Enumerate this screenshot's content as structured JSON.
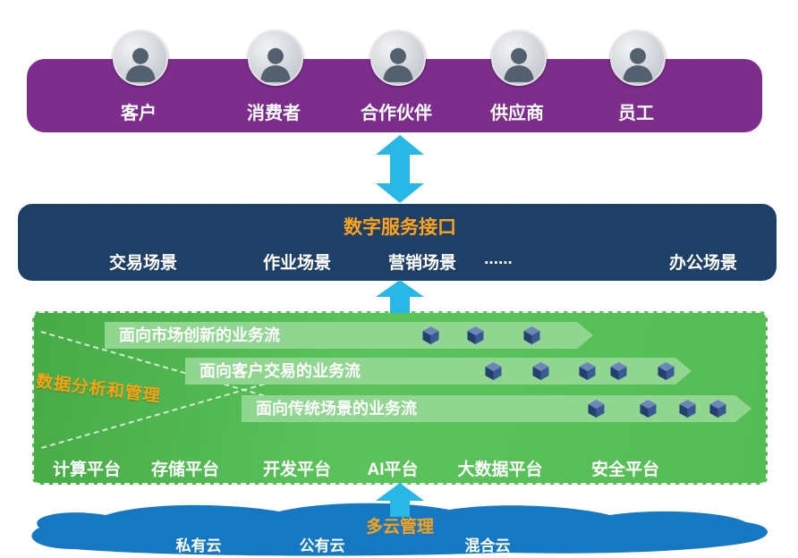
{
  "audience": {
    "items": [
      "客户",
      "消费者",
      "合作伙伴",
      "供应商",
      "员工"
    ]
  },
  "service": {
    "title": "数字服务接口",
    "scenes": [
      "交易场景",
      "作业场景",
      "营销场景",
      "......",
      "办公场景"
    ]
  },
  "platform": {
    "side_label": "数据分析和管理",
    "flows": [
      {
        "label": "面向市场创新的业务流",
        "cubes": 3
      },
      {
        "label": "面向客户交易的业务流",
        "cubes": 5
      },
      {
        "label": "面向传统场景的业务流",
        "cubes": 4
      }
    ],
    "platforms": [
      "计算平台",
      "存储平台",
      "开发平台",
      "AI平台",
      "大数据平台",
      "安全平台"
    ]
  },
  "cloud": {
    "title": "多云管理",
    "items": [
      "私有云",
      "公有云",
      "混合云"
    ]
  },
  "icons": {
    "person": "person-silhouette",
    "exchange": "double-vertical-arrow",
    "up": "up-arrow",
    "cube": "3d-cube",
    "cloud": "cloud-shape"
  },
  "colors": {
    "purple": "#7d2e8c",
    "navy": "#1e3f66",
    "green": "#55bb55",
    "flow_green": "#90d690",
    "cyan": "#29b7e6",
    "orange": "#ffa216",
    "cloud_blue": "#1678c2",
    "cube_navy": "#24406e"
  }
}
